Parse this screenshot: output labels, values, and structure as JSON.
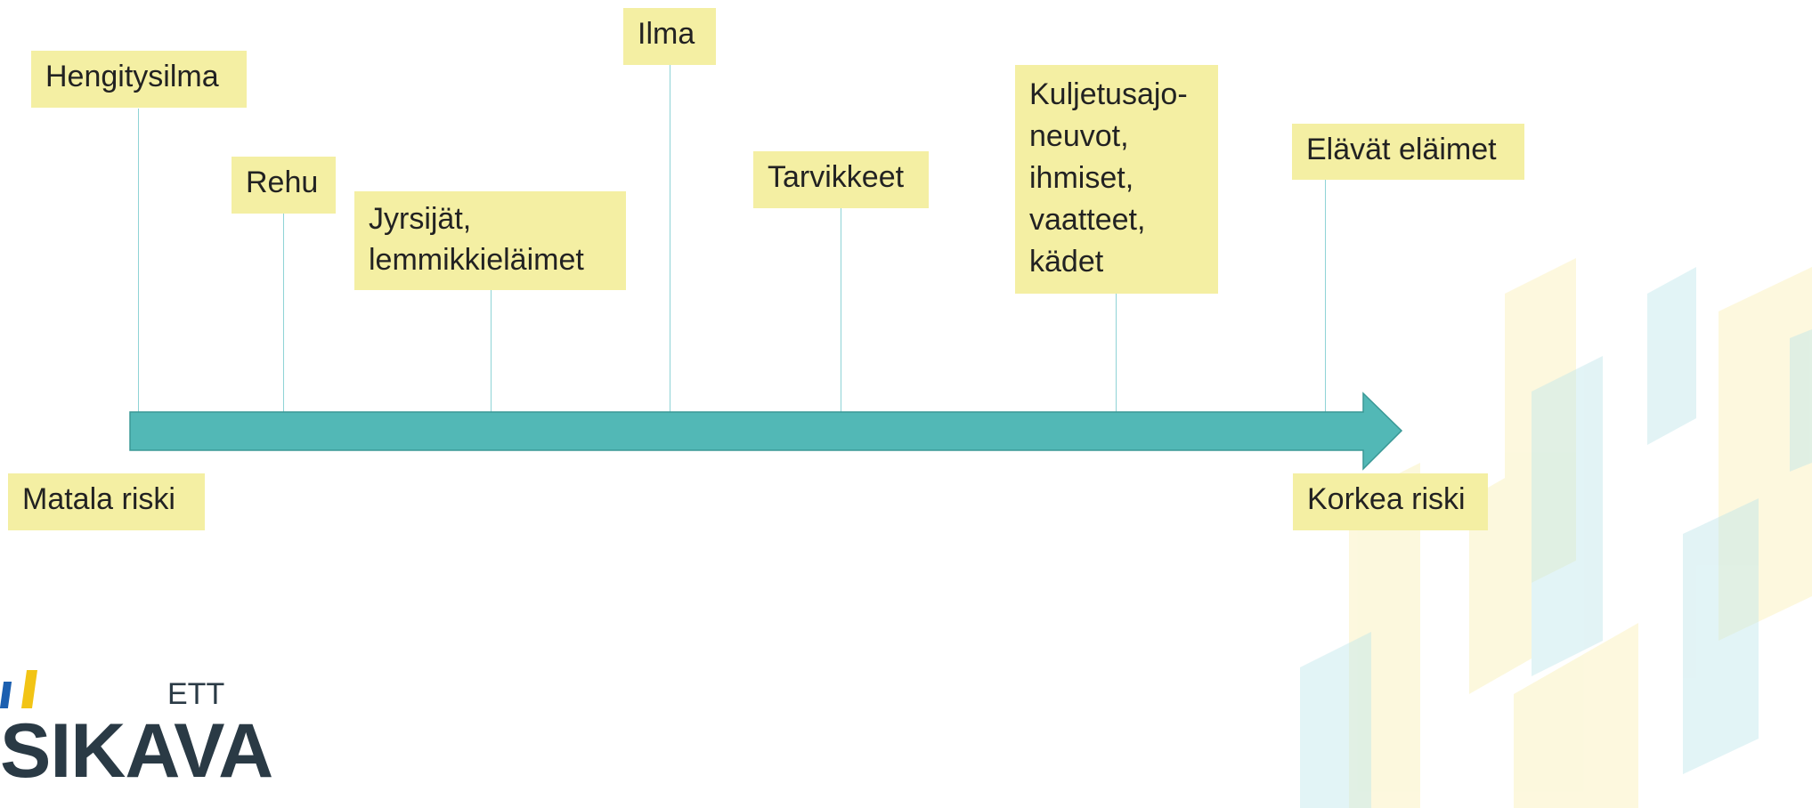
{
  "diagram": {
    "low_label": "Matala riski",
    "high_label": "Korkea riski",
    "items": [
      {
        "text": "Hengitysilma"
      },
      {
        "text": "Rehu"
      },
      {
        "text": "Jyrsijät, lemmikkieläimet"
      },
      {
        "text": "Ilma"
      },
      {
        "text": "Tarvikkeet"
      },
      {
        "text": "Kuljetusajo-neuvot, ihmiset, vaatteet, kädet"
      },
      {
        "text": "Elävät eläimet"
      }
    ]
  },
  "logo": {
    "word": "SIKAVA",
    "sub": "ETT"
  },
  "colors": {
    "arrow": "#52b8b6",
    "label_bg": "#f4efa3",
    "connector": "#8fd3d6"
  }
}
